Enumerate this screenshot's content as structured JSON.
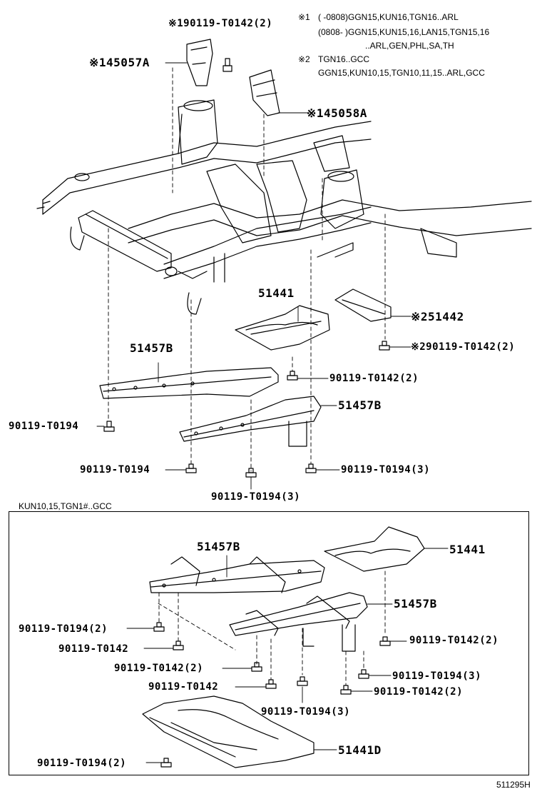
{
  "notes": {
    "n1_mark": "※1",
    "n1_line1": "(   -0808)GGN15,KUN16,TGN16..ARL",
    "n1_line2": "(0808-   )GGN15,KUN15,16,LAN15,TGN15,16",
    "n1_line3": "..ARL,GEN,PHL,SA,TH",
    "n2_mark": "※2",
    "n2_line1": "TGN16..GCC",
    "n2_line2": "GGN15,KUN10,15,TGN10,11,15..ARL,GCC"
  },
  "top": {
    "p_bolt_top": "※190119-T0142(2)",
    "p_45057a": "※145057A",
    "p_45058a": "※145058A",
    "p_51441": "51441",
    "p_51442": "※251442",
    "p_bolt_51442": "※290119-T0142(2)",
    "p_51457b_left": "51457B",
    "p_bolt_mid": "90119-T0142(2)",
    "p_51457b_right": "51457B",
    "p_bolt_left": "90119-T0194",
    "p_bolt_bottom_left": "90119-T0194",
    "p_bolt_bottom_right": "90119-T0194(3)",
    "p_bolt_bottom_center": "90119-T0194(3)"
  },
  "inset": {
    "title": "KUN10,15,TGN1#..GCC",
    "p_51457b_a": "51457B",
    "p_51441": "51441",
    "p_51457b_b": "51457B",
    "b1": "90119-T0194(2)",
    "b2": "90119-T0142",
    "b3": "90119-T0142(2)",
    "b4": "90119-T0142",
    "b5": "90119-T0194(3)",
    "b6": "90119-T0142(2)",
    "b7": "90119-T0194(3)",
    "b8": "90119-T0142(2)",
    "b9": "90119-T0194(2)",
    "p_51441d": "51441D"
  },
  "figure_code": "511295H"
}
